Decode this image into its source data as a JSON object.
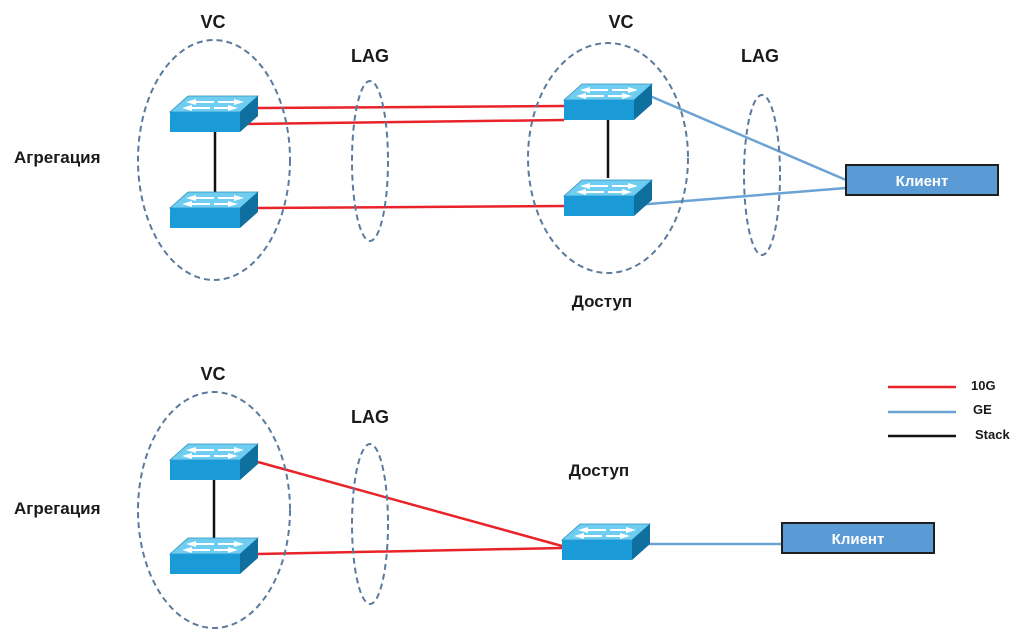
{
  "labels": {
    "vc": "VC",
    "lag": "LAG",
    "aggregation": "Агрегация",
    "access": "Доступ",
    "client": "Клиент"
  },
  "legend": [
    {
      "label": "10G",
      "color": "#e8232a"
    },
    {
      "label": "GE",
      "color": "#6aa3d4"
    },
    {
      "label": "Stack",
      "color": "#111111"
    }
  ],
  "colors": {
    "link_10g": "#e8232a",
    "link_ge": "#6aa3d4",
    "link_stack": "#111111",
    "client_fill": "#5b9bd5",
    "switch_body": "#1a9ad6",
    "group_outline": "#5b7a9d"
  }
}
